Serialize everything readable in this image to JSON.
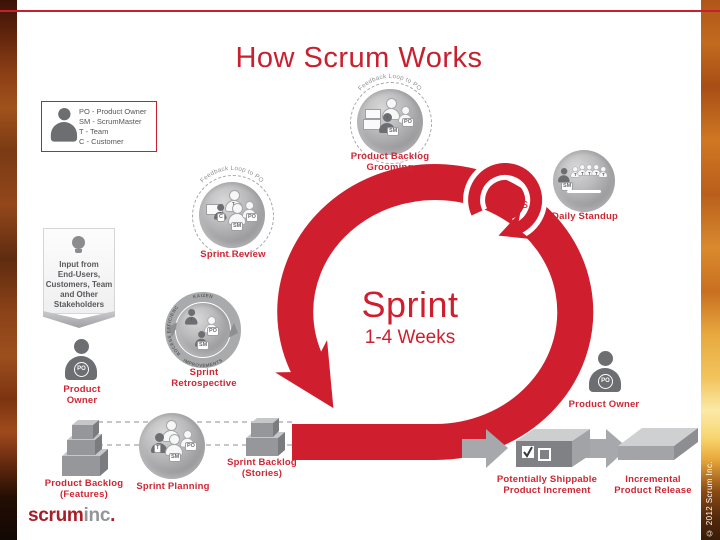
{
  "title": "How Scrum Works",
  "legend": [
    "PO - Product Owner",
    "SM - ScrumMaster",
    "T - Team",
    "C - Customer"
  ],
  "feedback_label": "Feedback Loop to PO",
  "roles": {
    "po": "PO",
    "sm": "SM",
    "t": "T",
    "c": "C"
  },
  "sprint": {
    "name": "Sprint",
    "duration": "1-4 Weeks",
    "daily": "24 hrs"
  },
  "activities": {
    "grooming": "Product Backlog Grooming",
    "standup": "Daily Standup",
    "review": "Sprint Review",
    "retro": "Sprint Retrospective",
    "planning": "Sprint Planning"
  },
  "retro_ring": {
    "top": "KAIZEN",
    "bottom": "IMPROVEMENTS",
    "left": "PROCESS EFFICIENCY"
  },
  "input_banner": [
    "Input from",
    "End-Users,",
    "Customers, Team",
    "and Other",
    "Stakeholders"
  ],
  "artifacts": {
    "product_backlog": [
      "Product Backlog",
      "(Features)"
    ],
    "sprint_backlog": [
      "Sprint Backlog",
      "(Stories)"
    ],
    "increment": [
      "Potentially Shippable",
      "Product Increment"
    ],
    "release": [
      "Incremental",
      "Product Release"
    ]
  },
  "product_owner_label": "Product Owner",
  "logo": {
    "scrum": "scrum",
    "inc": "inc",
    "dot": "."
  },
  "copyright": "© 2012 Scrum Inc.",
  "colors": {
    "accent": "#cf1f2e",
    "label_red": "#cf2634",
    "gray_dark": "#58595b"
  }
}
